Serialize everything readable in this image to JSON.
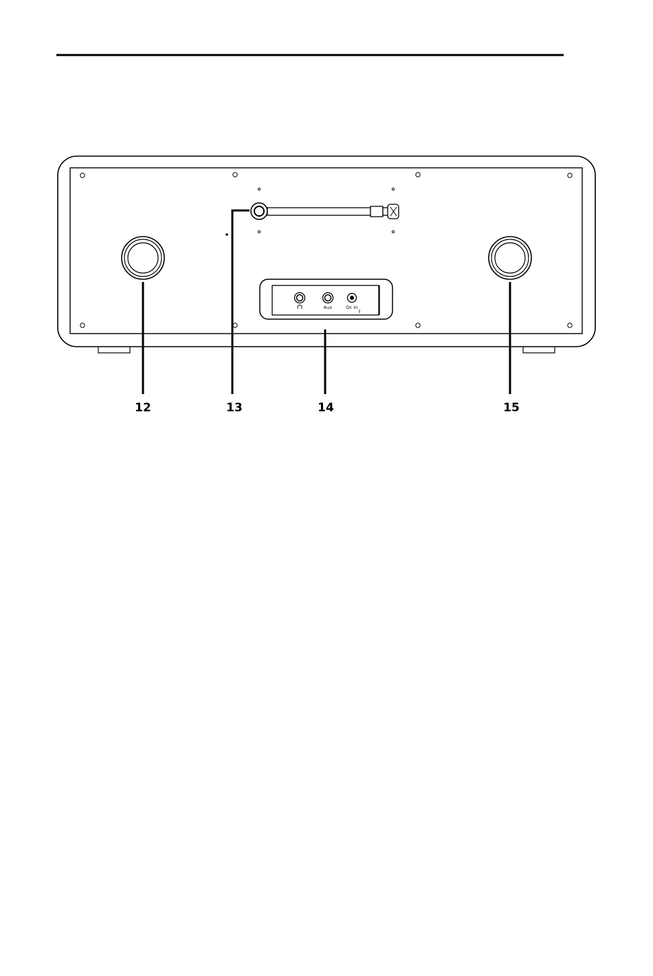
{
  "diagram": {
    "colors": {
      "line": "#000000",
      "background": "#ffffff"
    },
    "ports": [
      {
        "name": "headphones",
        "icon": "headphone-icon",
        "label": ""
      },
      {
        "name": "aux",
        "icon": "jack-icon",
        "label": "Aux"
      },
      {
        "name": "dc-in",
        "icon": "dc-jack-icon",
        "label": "Dc in"
      }
    ],
    "callouts": [
      {
        "number": "12",
        "part": "left-speaker"
      },
      {
        "number": "13",
        "part": "telescopic-antenna"
      },
      {
        "number": "14",
        "part": "connector-panel"
      },
      {
        "number": "15",
        "part": "right-speaker"
      }
    ]
  }
}
